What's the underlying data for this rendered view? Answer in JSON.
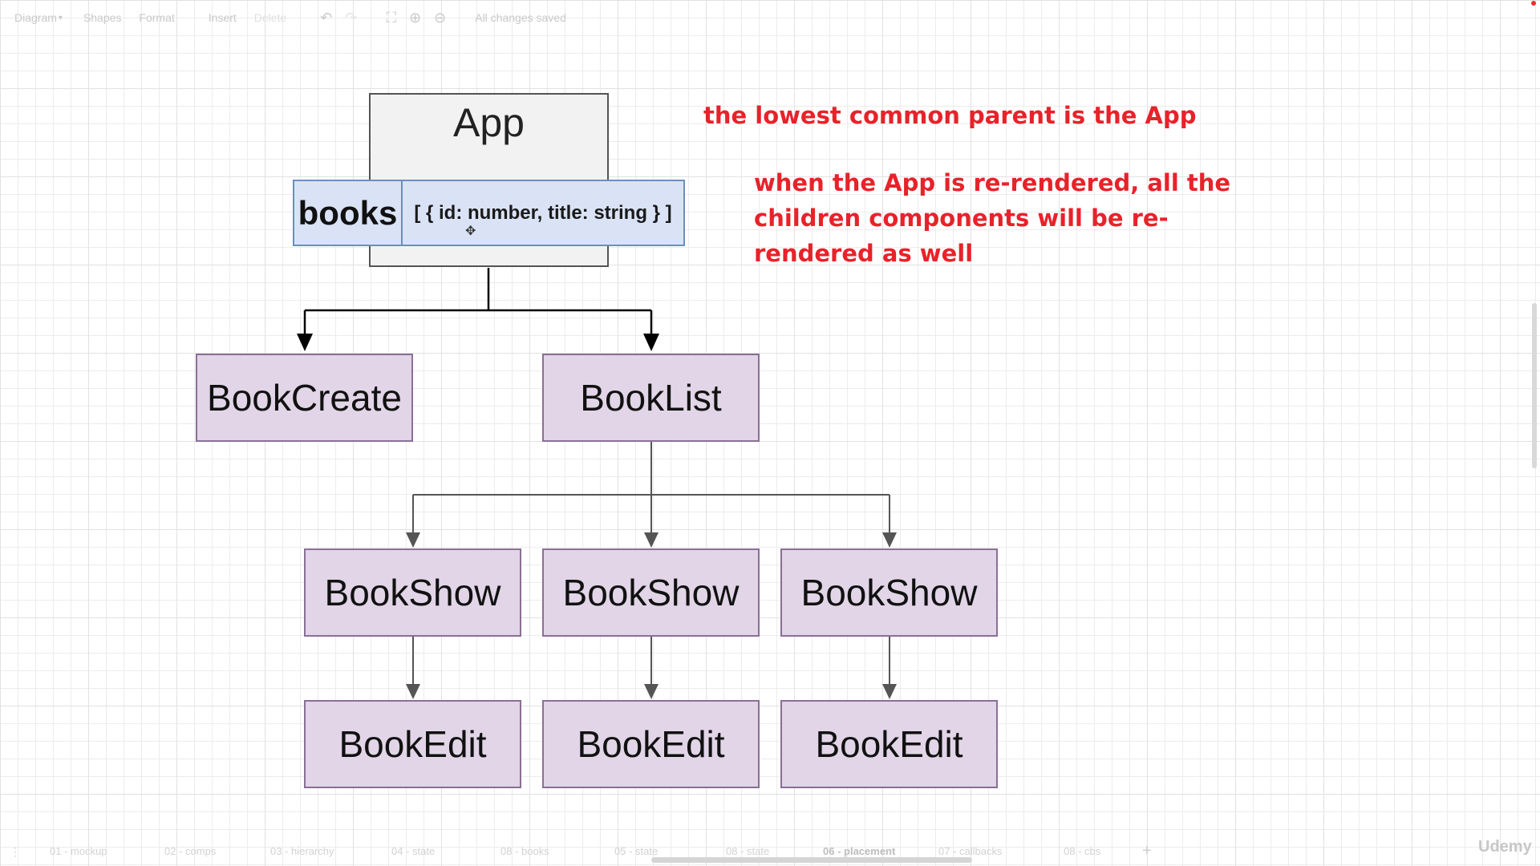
{
  "toolbar": {
    "diagram": "Diagram",
    "shapes": "Shapes",
    "format": "Format",
    "insert": "Insert",
    "delete": "Delete",
    "status": "All changes saved"
  },
  "diagram": {
    "app": "App",
    "books_label": "books",
    "books_type": "[ { id: number, title: string } ]",
    "book_create": "BookCreate",
    "book_list": "BookList",
    "book_show_1": "BookShow",
    "book_show_2": "BookShow",
    "book_show_3": "BookShow",
    "book_edit_1": "BookEdit",
    "book_edit_2": "BookEdit",
    "book_edit_3": "BookEdit"
  },
  "annotations": {
    "note_1": "the lowest common parent is the App",
    "note_2_line_1": "when the App is re-rendered, all the",
    "note_2_line_2": "children components will be re-",
    "note_2_line_3": "rendered as well"
  },
  "colors": {
    "annotation": "#e8222a",
    "component_fill": "#e1d5e7",
    "component_border": "#8a6f96",
    "state_fill": "#dae3f6",
    "state_border": "#6c8ebf",
    "app_fill": "#f2f2f2"
  },
  "pages": {
    "tab_1": "01 - mockup",
    "tab_2": "02 - comps",
    "tab_3": "03 - hierarchy",
    "tab_4": "04 - state",
    "tab_5": "08 - books",
    "tab_6": "05 - state",
    "tab_7": "08 - state",
    "tab_8": "06 - placement",
    "tab_9": "07 - callbacks",
    "tab_10": "08 - cbs",
    "active": "06 - placement"
  },
  "watermark": "Udemy",
  "icons": [
    "undo-icon",
    "redo-icon",
    "fullscreen-icon",
    "zoom-in-icon",
    "zoom-out-icon",
    "add-page-icon",
    "menu-dots-icon"
  ]
}
